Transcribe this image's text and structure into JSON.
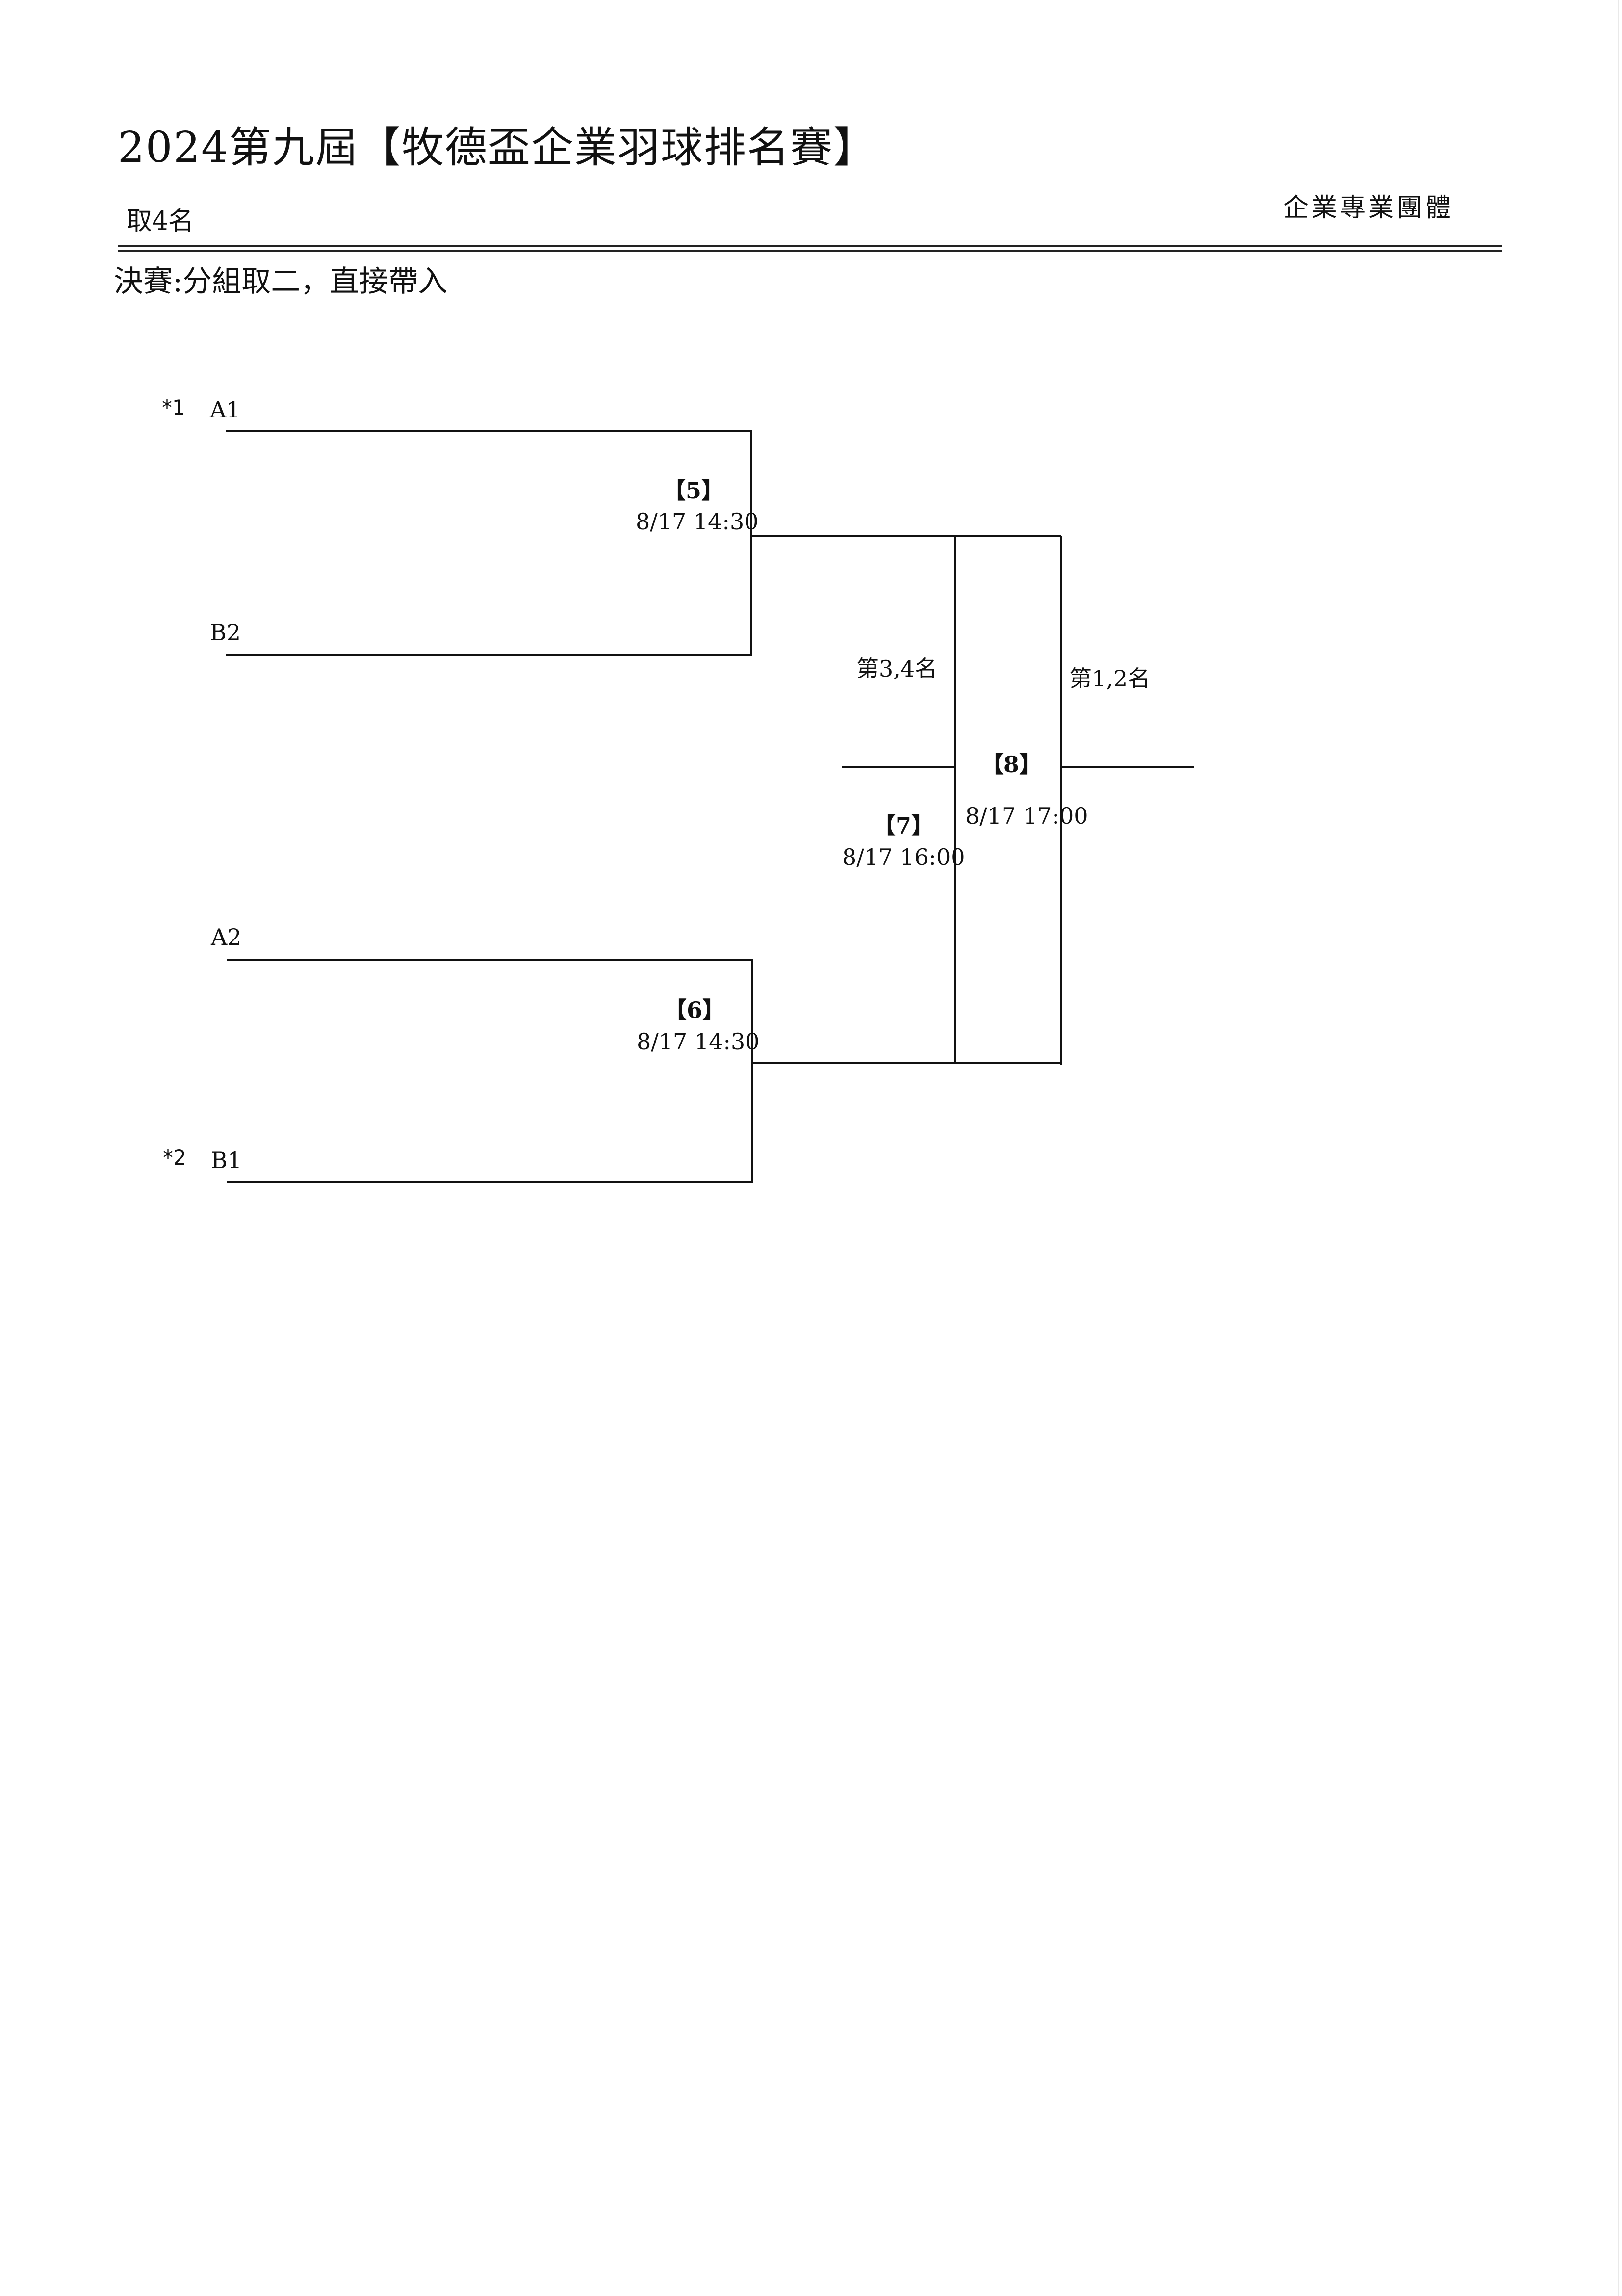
{
  "header": {
    "title": "2024第九屆【牧德盃企業羽球排名賽】",
    "subtitle": "取4名",
    "category": "企業專業團體"
  },
  "note": "決賽:分組取二，直接帶入",
  "bracket": {
    "entries": {
      "a1": {
        "seed": "*1",
        "name": "A1"
      },
      "b2": {
        "seed": "",
        "name": "B2"
      },
      "a2": {
        "seed": "",
        "name": "A2"
      },
      "b1": {
        "seed": "*2",
        "name": "B1"
      }
    },
    "matches": {
      "m5": {
        "no": "【5】",
        "time": "8/17 14:30"
      },
      "m6": {
        "no": "【6】",
        "time": "8/17 14:30"
      },
      "m7": {
        "no": "【7】",
        "time": "8/17 16:00"
      },
      "m8": {
        "no": "【8】",
        "time": "8/17 17:00"
      }
    },
    "places": {
      "third_fourth": "第3,4名",
      "first_second": "第1,2名"
    }
  }
}
